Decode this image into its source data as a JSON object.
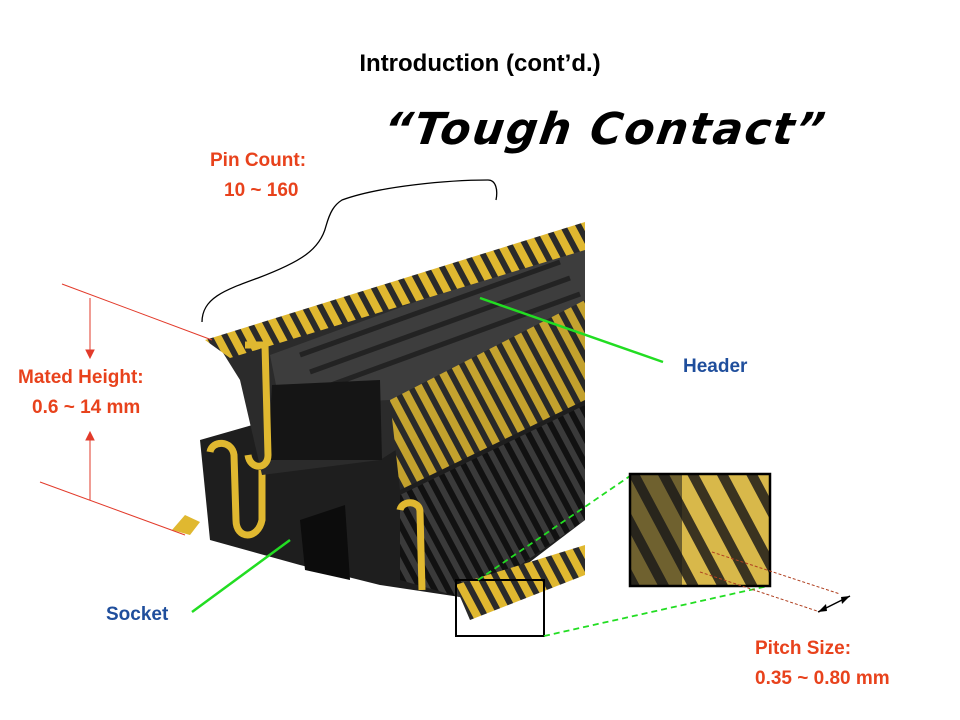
{
  "slide": {
    "title": "Introduction (cont’d.)",
    "tagline": "“Tough Contact”"
  },
  "labels": {
    "pin_count_title": "Pin Count:",
    "pin_count_value": "10 ~ 160",
    "mated_height_title": "Mated Height:",
    "mated_height_value": "0.6 ~ 14 mm",
    "header": "Header",
    "socket": "Socket",
    "pitch_title": "Pitch Size:",
    "pitch_value": "0.35 ~ 0.80 mm"
  },
  "colors": {
    "label_red": "#e8421c",
    "label_blue": "#1f4e9c",
    "pointer_green": "#22dd22",
    "gold": "#e0b830",
    "body_black": "#1e1e1e"
  }
}
